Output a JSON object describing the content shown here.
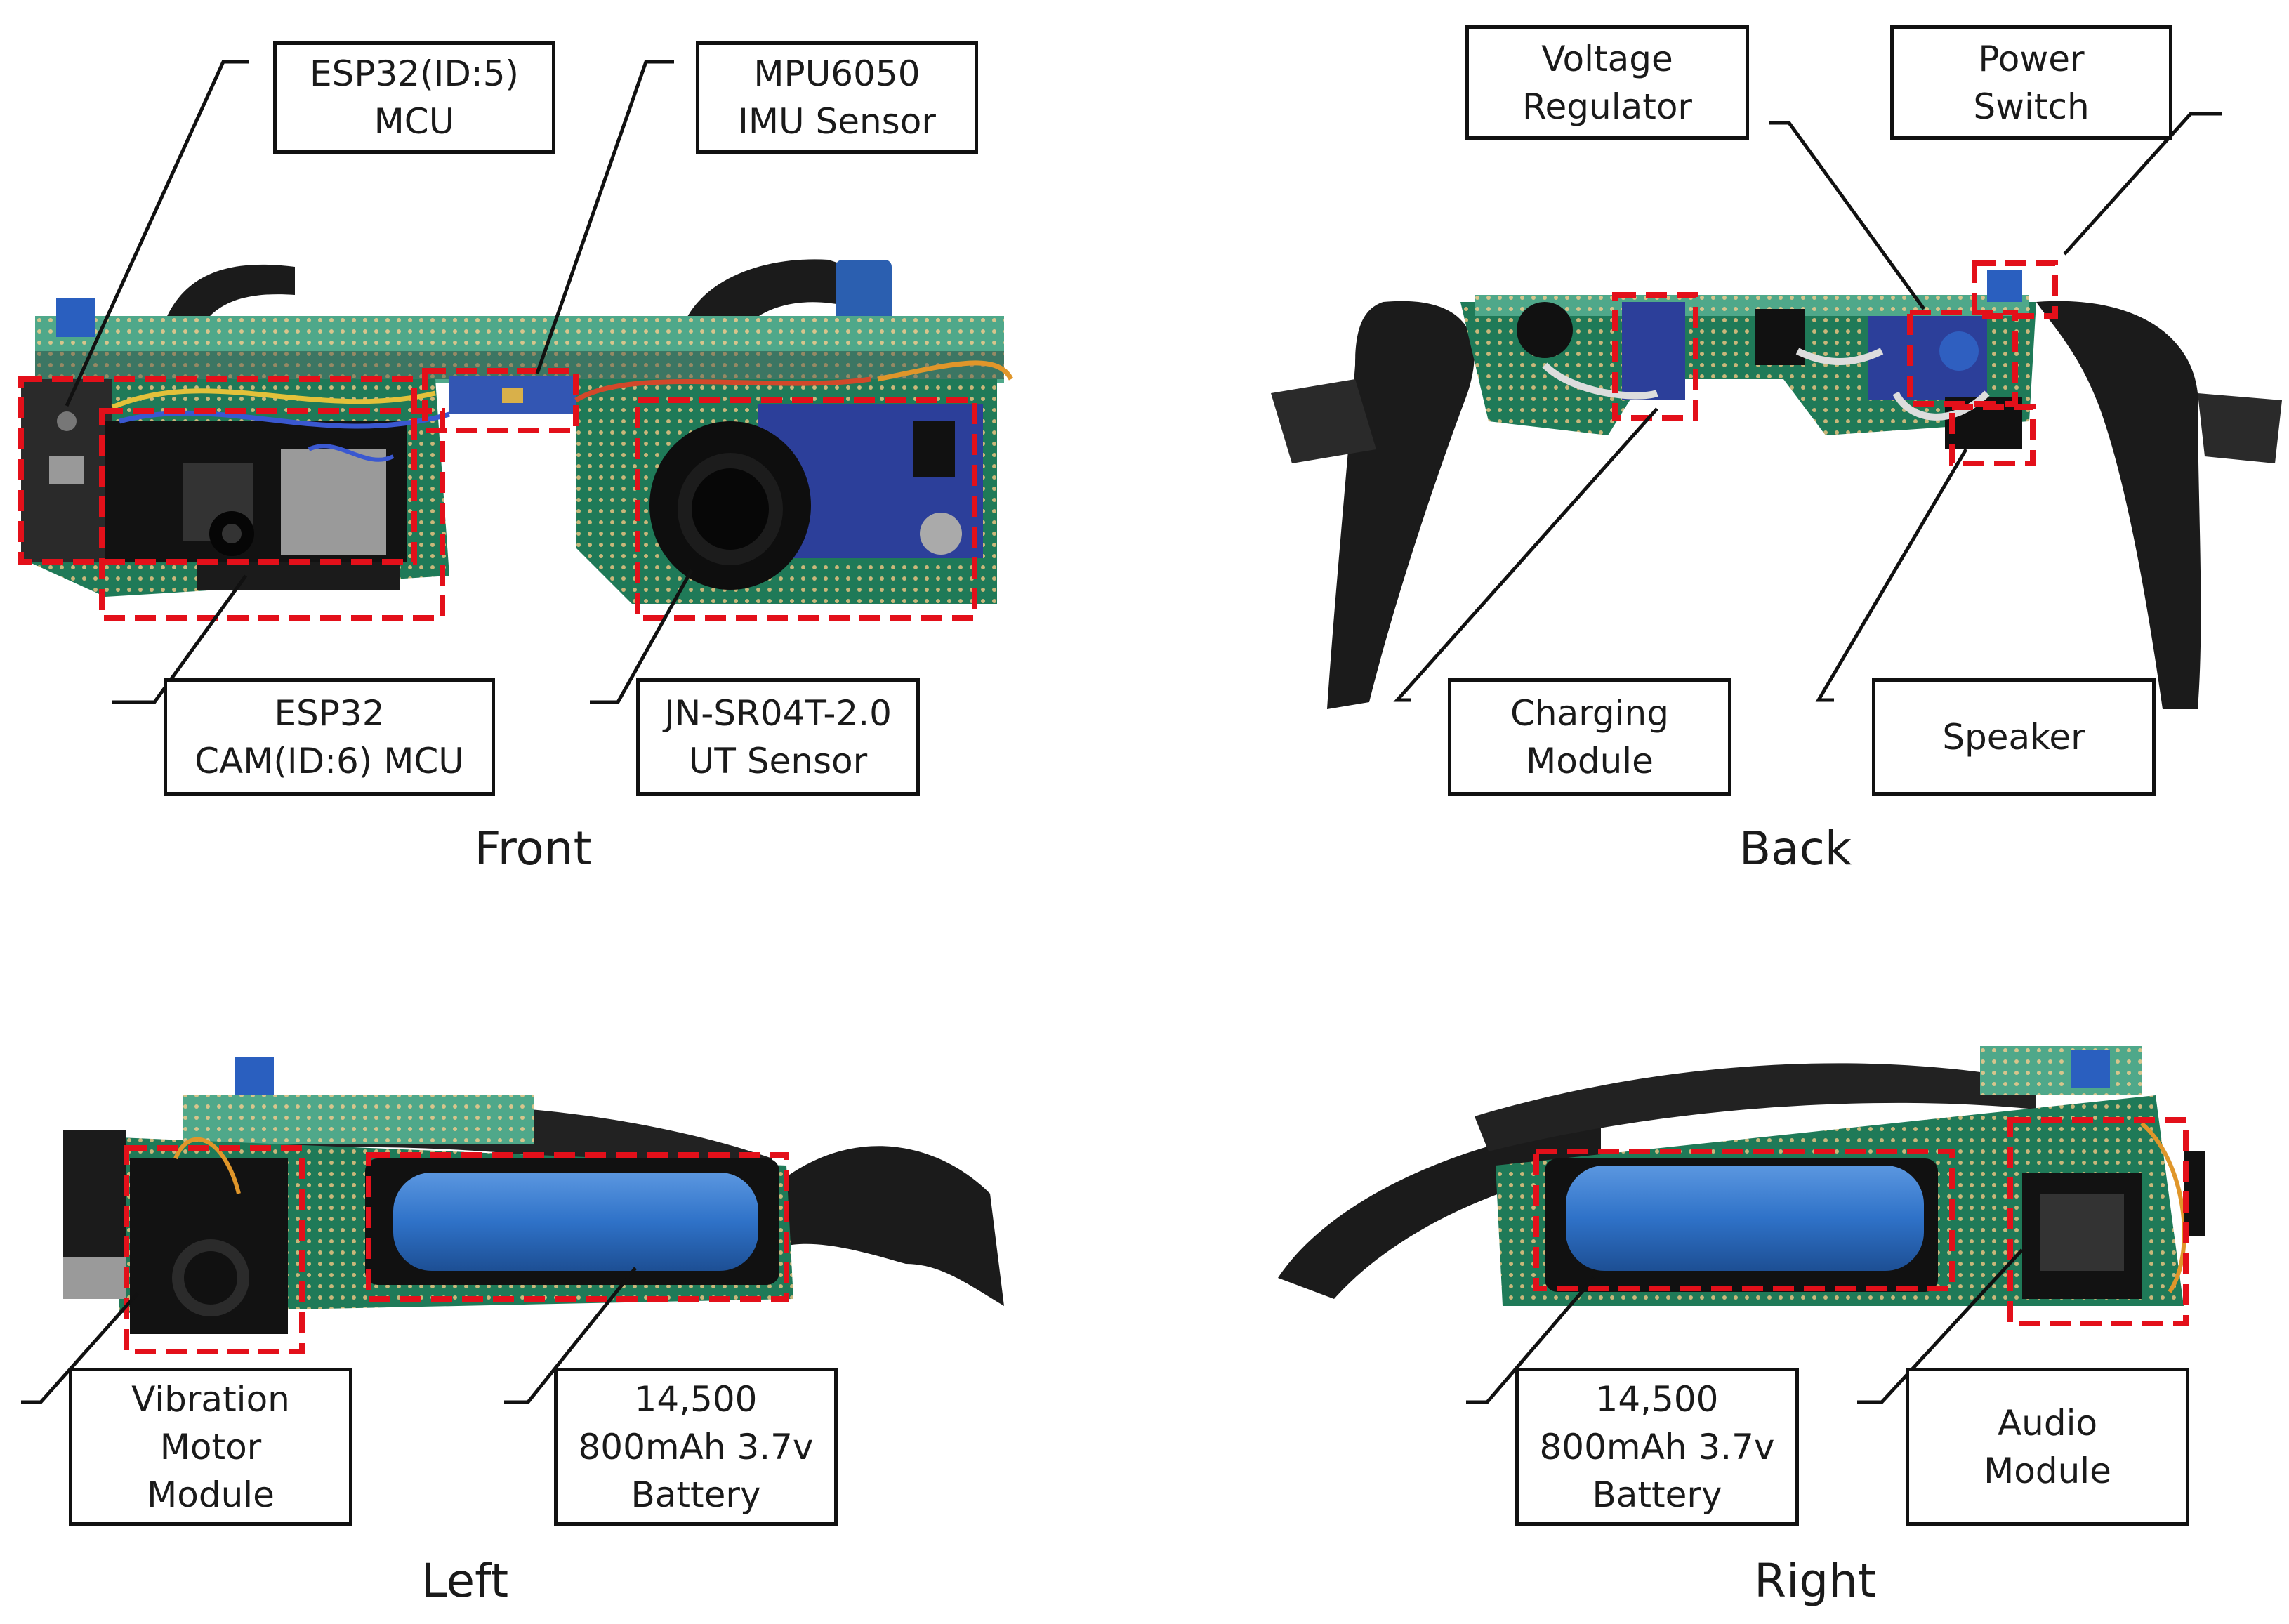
{
  "views": {
    "front": "Front",
    "back": "Back",
    "left": "Left",
    "right": "Right"
  },
  "labels": {
    "front_esp32_mcu": [
      "ESP32(ID:5)",
      "MCU"
    ],
    "front_mpu6050": [
      "MPU6050",
      "IMU Sensor"
    ],
    "front_esp32_cam": [
      "ESP32",
      "CAM(ID:6) MCU"
    ],
    "front_ut_sensor": [
      "JN-SR04T-2.0",
      "UT Sensor"
    ],
    "back_voltage_regulator": [
      "Voltage",
      "Regulator"
    ],
    "back_power_switch": [
      "Power",
      "Switch"
    ],
    "back_charging_module": [
      "Charging",
      "Module"
    ],
    "back_speaker": [
      "Speaker"
    ],
    "left_vibration_motor": [
      "Vibration",
      "Motor",
      "Module"
    ],
    "left_battery": [
      "14,500",
      "800mAh 3.7v",
      "Battery"
    ],
    "right_battery": [
      "14,500",
      "800mAh 3.7v",
      "Battery"
    ],
    "right_audio_module": [
      "Audio",
      "Module"
    ]
  },
  "colors": {
    "pcb_green": "#1f7a58",
    "pcb_light": "#5fb59a",
    "frame_black": "#1b1b1b",
    "battery_blue": "#2f72c8",
    "board_blue": "#2c3f9a",
    "highlight_red": "#e3101a"
  }
}
